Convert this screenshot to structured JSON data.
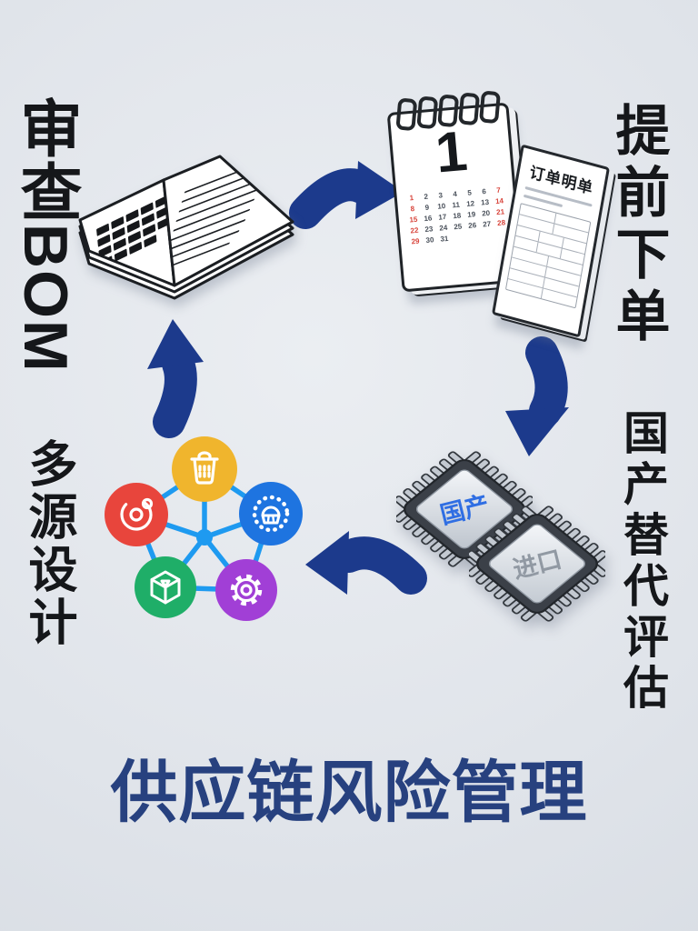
{
  "colors": {
    "background": "#e0e4ea",
    "arrow_navy": "#1c3a8c",
    "title_navy": "#27417f",
    "link_blue": "#1e9af0",
    "weekend_red": "#d8453c"
  },
  "title": {
    "text": "供应链风险管理"
  },
  "steps": [
    {
      "id": "review-bom",
      "label": "审查BOM",
      "position": "top-left"
    },
    {
      "id": "order-early",
      "label": "提前下单",
      "position": "top-right"
    },
    {
      "id": "domestic-substitution-evaluation",
      "label": "国产替代评估",
      "position": "right"
    },
    {
      "id": "multi-source-design",
      "label": "多源设计",
      "position": "left"
    }
  ],
  "calendar": {
    "big_day": "1",
    "days": [
      1,
      2,
      3,
      4,
      5,
      6,
      7,
      8,
      9,
      10,
      11,
      12,
      13,
      14,
      15,
      16,
      17,
      18,
      19,
      20,
      21,
      22,
      23,
      24,
      25,
      26,
      27,
      28,
      29,
      30,
      31
    ]
  },
  "document": {
    "title": "订单明单"
  },
  "chips": [
    {
      "label": "国产",
      "label_color": "#2f6ee3"
    },
    {
      "label": "进口",
      "label_color": "#9199a3"
    }
  ],
  "network": {
    "nodes": [
      {
        "icon": "trash-icon",
        "color": "#f0b52d"
      },
      {
        "icon": "orbit-icon",
        "color": "#e8453c"
      },
      {
        "icon": "badge-icon",
        "color": "#1e74e0"
      },
      {
        "icon": "cube-icon",
        "color": "#1fae68"
      },
      {
        "icon": "gear-icon",
        "color": "#a13fd6"
      }
    ]
  }
}
